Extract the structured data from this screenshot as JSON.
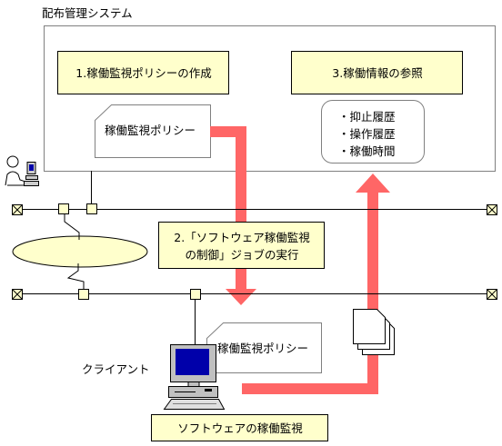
{
  "system_title": "配布管理システム",
  "step1_label": "1.稼働監視ポリシーの作成",
  "step2_label_line1": "2.「ソフトウェア稼働監視",
  "step2_label_line2": "の制御」ジョブの実行",
  "step3_label": "3.稼働情報の参照",
  "server_policy_doc": "稼働監視ポリシー",
  "client_policy_doc": "稼働監視ポリシー",
  "info_items": [
    "・抑止履歴",
    "・操作履歴",
    "・稼働時間"
  ],
  "client_label": "クライアント",
  "bottom_label": "ソフトウェアの稼働監視",
  "colors": {
    "yellow_box": "#ffffcc",
    "arrow": "#ff6666",
    "outline": "#808080",
    "monitor_screen": "#0000aa"
  },
  "icons": [
    "admin-person-icon",
    "terminator-icon",
    "connector-icon",
    "network-cloud-icon",
    "lightning-link-icon",
    "client-computer-icon",
    "stacked-documents-icon"
  ]
}
